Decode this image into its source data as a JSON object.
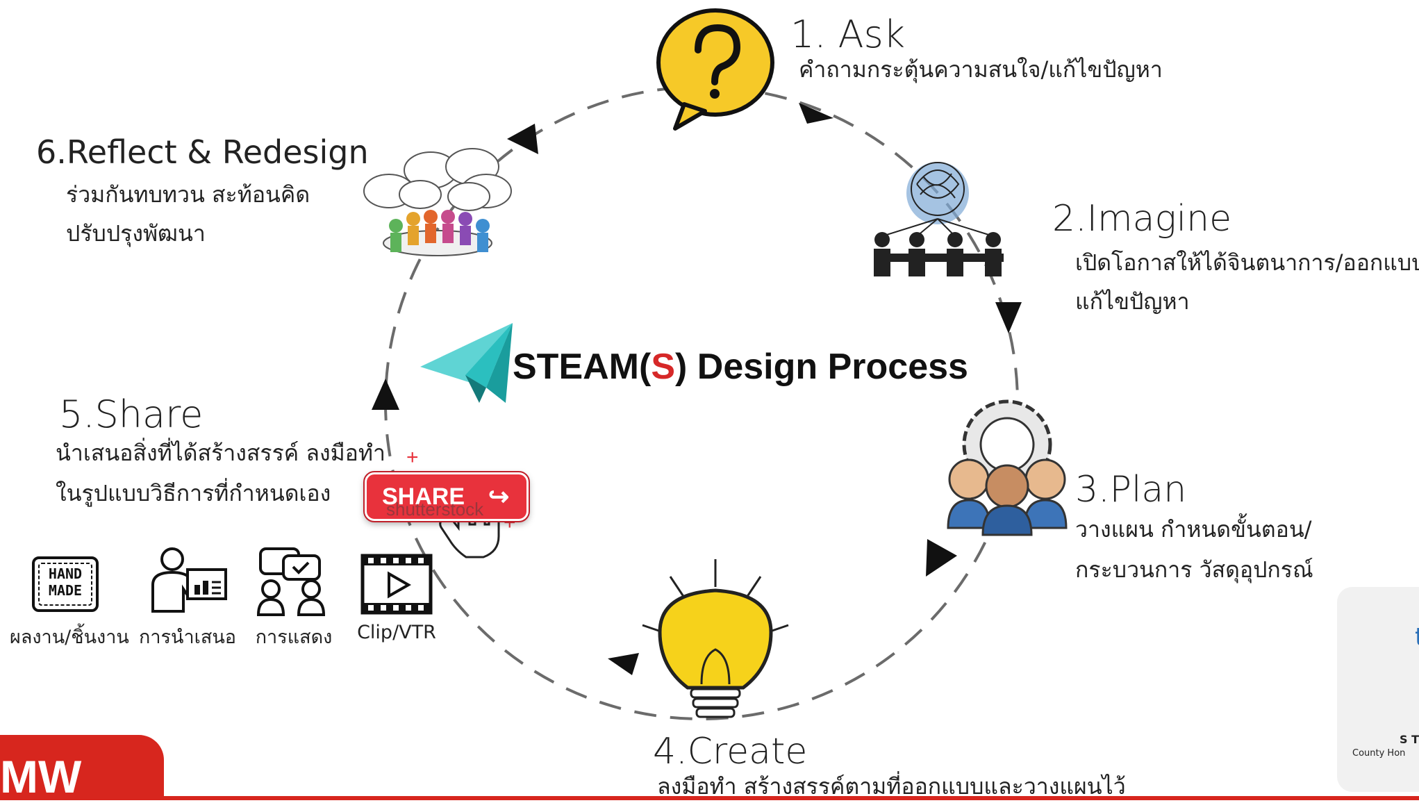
{
  "center": {
    "prefix": "STEAM(",
    "letter": "S",
    "suffix": ") Design Process"
  },
  "steps": [
    {
      "title": "1. Ask",
      "desc": [
        "คำถามกระตุ้นความสนใจ/แก้ไขปัญหา"
      ],
      "icon": "question-bubble-icon"
    },
    {
      "title": "2.Imagine",
      "desc": [
        "เปิดโอกาสให้ได้จินตนาการ/ออกแบบ",
        "แก้ไขปัญหา"
      ],
      "icon": "brainstorm-meeting-icon"
    },
    {
      "title": "3.Plan",
      "desc": [
        "วางแผน  กำหนดขั้นตอน/",
        "กระบวนการ  วัสดุอุปกรณ์"
      ],
      "icon": "team-gear-icon"
    },
    {
      "title": "4.Create",
      "desc": [
        "ลงมือทำ  สร้างสรรค์ตามที่ออกแบบและวางแผนไว้"
      ],
      "icon": "lightbulb-icon"
    },
    {
      "title": "5.Share",
      "desc": [
        "นำเสนอสิ่งที่ได้สร้างสรรค์  ลงมือทำ",
        "ในรูปแบบวิธีการที่กำหนดเอง"
      ],
      "icon": "share-button-icon"
    },
    {
      "title": "6.Reflect  & Redesign",
      "desc": [
        "ร่วมกันทบทวน  สะท้อนคิด",
        "ปรับปรุงพัฒนา"
      ],
      "icon": "discussion-group-icon"
    }
  ],
  "share_button": {
    "label": "SHARE"
  },
  "watermark": "shutterstock",
  "share_methods": [
    {
      "label": "ผลงาน/ชิ้นงาน",
      "icon": "handmade-stamp-icon",
      "stamp": [
        "HAND",
        "MADE"
      ]
    },
    {
      "label": "การนำเสนอ",
      "icon": "presenter-icon"
    },
    {
      "label": "การแสดง",
      "icon": "performers-icon"
    },
    {
      "label": "Clip/VTR",
      "icon": "film-play-icon"
    }
  ],
  "corner_badge": {
    "text": "MW"
  },
  "logo_card": {
    "letter": "t",
    "caption_top": "S T",
    "caption_bottom": "County Hon"
  },
  "colors": {
    "accent_red": "#d7261e",
    "arrow": "#111111",
    "dash": "#666666",
    "plane": "#2bbfbf",
    "bulb": "#f6d21b"
  }
}
